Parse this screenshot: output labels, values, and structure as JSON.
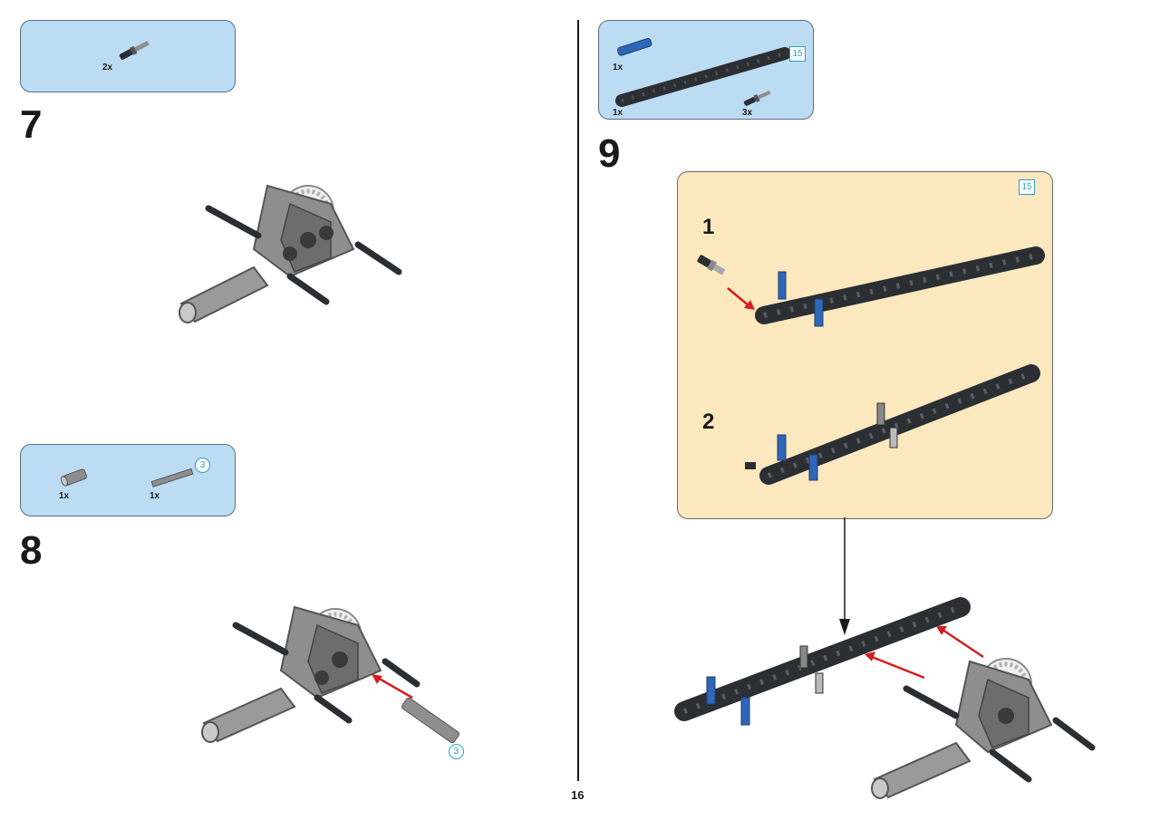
{
  "page": {
    "number": "16"
  },
  "steps": [
    {
      "number": "7",
      "parts": [
        {
          "qty": "2x",
          "icon": "pin-with-axle-icon"
        }
      ]
    },
    {
      "number": "8",
      "parts": [
        {
          "qty": "1x",
          "icon": "tube-connector-icon"
        },
        {
          "qty": "1x",
          "icon": "axle-icon",
          "length": "3"
        }
      ],
      "callout_length": "3"
    },
    {
      "number": "9",
      "parts": [
        {
          "qty": "1x",
          "icon": "blue-axle-pin-icon"
        },
        {
          "qty": "1x",
          "icon": "beam-icon",
          "length": "15"
        },
        {
          "qty": "3x",
          "icon": "pin-with-axle-icon"
        }
      ],
      "submodel": {
        "length": "15",
        "substeps": [
          {
            "number": "1"
          },
          {
            "number": "2"
          }
        ]
      }
    }
  ],
  "colors": {
    "parts_box": "#bcdcf4",
    "submodel_box": "#fbe8bf",
    "arrow": "#d41e1e",
    "blue_part": "#2e67b8",
    "dark_part": "#2b2f33",
    "light_part": "#8e8e8e",
    "length_label": "#2aa0cc"
  }
}
